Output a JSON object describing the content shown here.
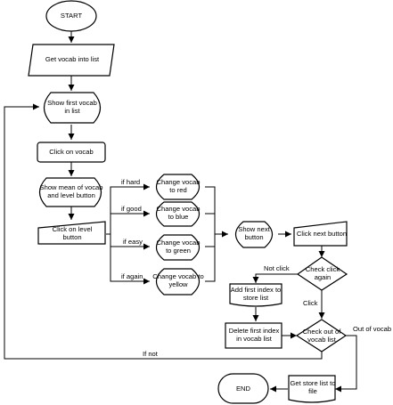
{
  "nodes": {
    "start": "START",
    "get_vocab": "Get vocab into list",
    "show_first": "Show first vocab in list",
    "click_vocab": "Click on vocab",
    "show_mean": "Show mean of vocab and level button",
    "click_level": "Click on level button",
    "change_red": "Change vocab to red",
    "change_blue": "Change vocab to blue",
    "change_green": "Change vocab to green",
    "change_yellow": "Change vocab to yellow",
    "show_next": "Show next button",
    "click_next": "Click next button",
    "check_click": "Check click again",
    "add_first": "Add first index to store list",
    "delete_first": "Delete first index in vocab list",
    "check_out": "Check out of vocab list",
    "get_store": "Get store list to file",
    "end": "END"
  },
  "edges": {
    "if_hard": "if hard",
    "if_good": "if good",
    "if_easy": "if easy",
    "if_again": "if again",
    "not_click": "Not click",
    "click": "Click",
    "out_of_vocab": "Out of vocab",
    "if_not": "If not"
  }
}
